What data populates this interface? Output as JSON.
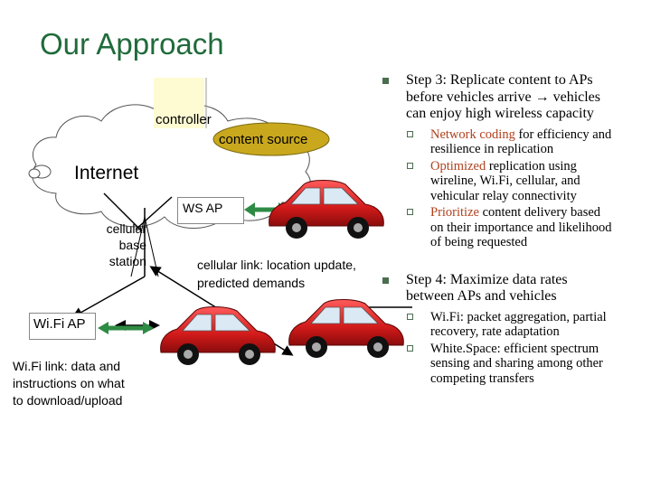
{
  "slide": {
    "title": "Our Approach"
  },
  "diagram": {
    "controller_label": "controller",
    "content_source_label": "content source",
    "internet_label": "Internet",
    "ws_ap_label": "WS AP",
    "cellular_base_station_label": [
      "cellular",
      "base",
      "station"
    ],
    "cellular_link_label": [
      "cellular link: location update,",
      "predicted demands"
    ],
    "wifi_ap_label": "Wi.Fi AP",
    "wifi_link_label": [
      "Wi.Fi link: data and",
      "instructions on what",
      "to download/upload"
    ],
    "colors": {
      "cloud_fill": "#ffffff",
      "controller_fill": "#fefbd2",
      "content_source_fill": "#c9a81d",
      "ws_arrow": "#2e8b45",
      "car_body": "#d21a1a"
    }
  },
  "bullets": {
    "step3": {
      "text_lines": [
        "Step 3: Replicate content to APs",
        "before vehicles arrive → vehicles",
        "can enjoy high wireless capacity"
      ],
      "subs": [
        {
          "highlight": "Network coding",
          "rest_lines": [
            " for efficiency and",
            "resilience in replication"
          ]
        },
        {
          "highlight": "Optimized",
          "rest_lines": [
            " replication using",
            "wireline, Wi.Fi, cellular, and",
            "vehicular relay connectivity"
          ]
        },
        {
          "highlight": "Prioritize",
          "rest_lines": [
            " content delivery based",
            "on their importance and likelihood",
            "of being requested"
          ]
        }
      ]
    },
    "step4": {
      "text_lines": [
        "Step 4: Maximize data rates",
        "between APs and vehicles"
      ],
      "subs": [
        {
          "lines": [
            "Wi.Fi: packet aggregation, partial",
            "recovery, rate adaptation"
          ]
        },
        {
          "lines": [
            "White.Space: efficient spectrum",
            "sensing and sharing among other",
            "competing transfers"
          ]
        }
      ]
    }
  }
}
